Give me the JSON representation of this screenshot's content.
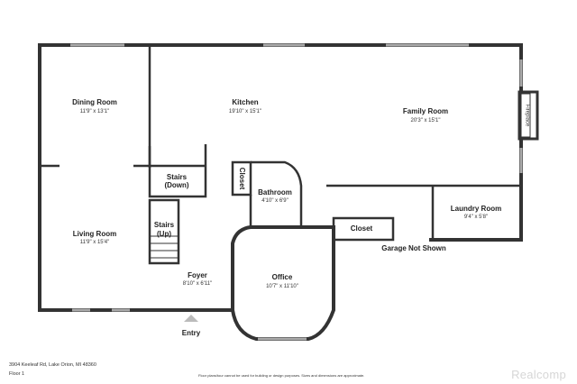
{
  "rooms": {
    "dining": {
      "name": "Dining Room",
      "dims": "11'9\" x 13'1\""
    },
    "kitchen": {
      "name": "Kitchen",
      "dims": "19'10\" x 15'1\""
    },
    "family": {
      "name": "Family Room",
      "dims": "20'3\" x 15'1\""
    },
    "fireplace": {
      "name": "Fireplace"
    },
    "stairs_down": {
      "line1": "Stairs",
      "line2": "(Down)"
    },
    "closet_small": {
      "name": "Closet"
    },
    "bathroom": {
      "name": "Bathroom",
      "dims": "4'10\" x 6'9\""
    },
    "laundry": {
      "name": "Laundry Room",
      "dims": "9'4\" x 5'8\""
    },
    "closet_hall": {
      "name": "Closet"
    },
    "living": {
      "name": "Living Room",
      "dims": "11'9\" x 15'4\""
    },
    "stairs_up": {
      "line1": "Stairs",
      "line2": "(Up)"
    },
    "foyer": {
      "name": "Foyer",
      "dims": "8'10\" x 6'11\""
    },
    "office": {
      "name": "Office",
      "dims": "10'7\" x 11'10\""
    }
  },
  "labels": {
    "garage": "Garage Not Shown",
    "entry": "Entry"
  },
  "footer": {
    "address": "3904 Keeleaf Rd, Lake Orion, MI 48360",
    "floor": "Floor 1",
    "disclaimer": "Floor plans/tour cannot be used for building or design purposes. Sizes and dimensions are approximate.",
    "brand": "Realcomp"
  },
  "colors": {
    "wall": "#333333",
    "window": "#aaaaaa",
    "brand": "#d6d6d6"
  }
}
